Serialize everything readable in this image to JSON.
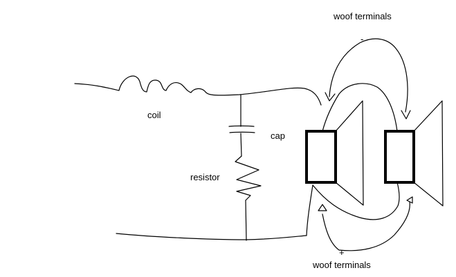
{
  "labels": {
    "coil": "coil",
    "cap": "cap",
    "resistor": "resistor",
    "woof_terminals_top": "woof terminals",
    "woof_terminals_bottom": "woof terminals",
    "minus_sign": "-",
    "plus_sign": "+"
  },
  "colors": {
    "background": "#ffffff",
    "ink": "#000000"
  }
}
